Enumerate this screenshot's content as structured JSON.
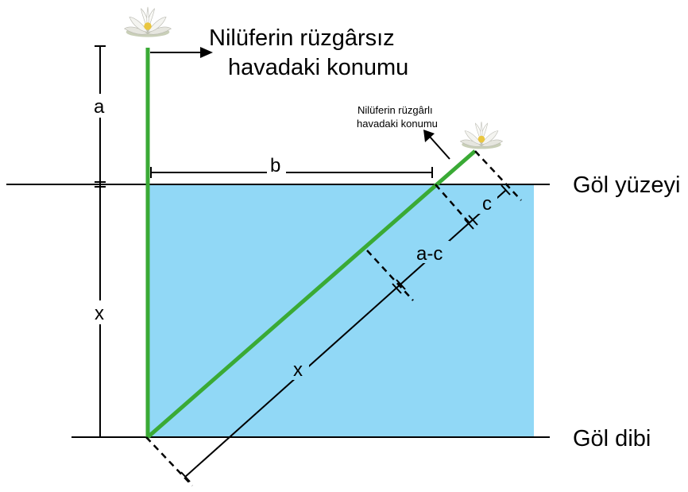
{
  "labels": {
    "calm_position": [
      "Nilüferin rüzgârsız",
      "havadaki konumu"
    ],
    "windy_position": [
      "Nilüferin rüzgârlı",
      "havadaki konumu"
    ],
    "lake_surface": "Göl yüzeyi",
    "lake_bottom": "Göl dibi",
    "a": "a",
    "b": "b",
    "x_vertical": "x",
    "x_diagonal": "x",
    "a_minus_c": "a-c",
    "c": "c"
  },
  "colors": {
    "water": "#91d8f6",
    "stem": "#3aaa35",
    "line": "#000000",
    "petal": "#f2f2ee",
    "flower_center": "#e9c640"
  },
  "icons": {
    "calm_flower": "water-lily-icon",
    "windy_flower": "water-lily-icon"
  }
}
